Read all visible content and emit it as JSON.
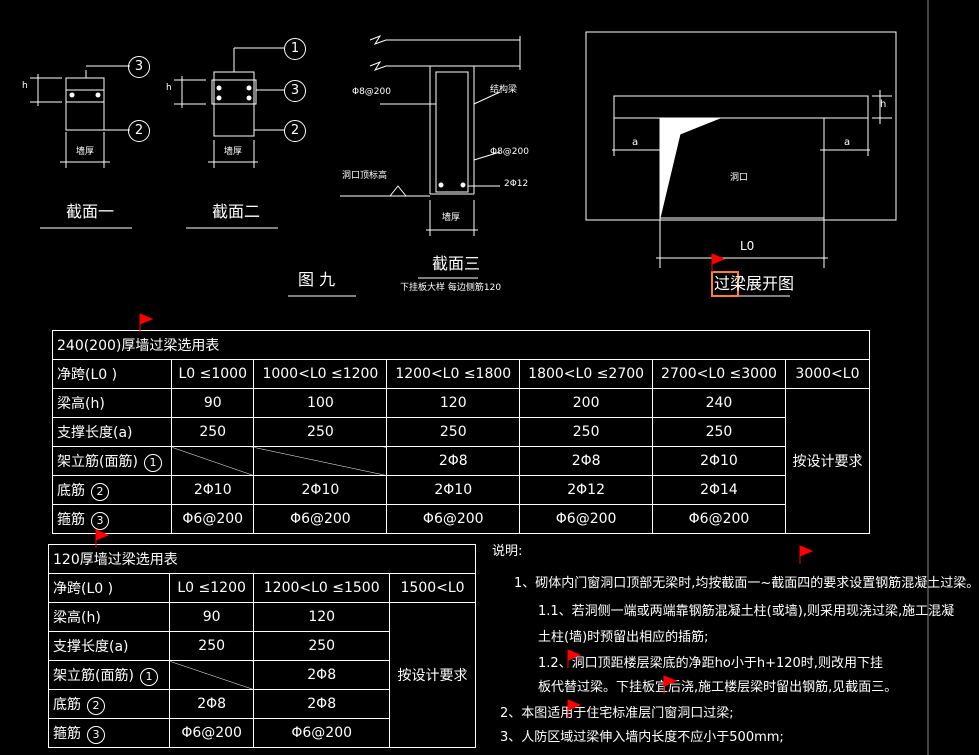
{
  "drawing": {
    "sec1_title": "截面一",
    "sec2_title": "截面二",
    "sec3_title": "截面三",
    "fig_title": "图 九",
    "elev_title": "过梁展开图",
    "wall_label": "墙厚",
    "h_label": "h",
    "a_label": "a",
    "L0_label": "L0",
    "opening_label": "洞口",
    "circle1": "1",
    "circle2": "2",
    "circle3": "3",
    "sec3_stirrup": "Φ8@200",
    "sec3_struct_beam": "结构梁",
    "sec3_stirrup2": "Φ8@200",
    "sec3_bottom_bar": "2Φ12",
    "sec3_opening_elev": "洞口顶标高",
    "sec3_note": "下挂板大样  每边侧筋120"
  },
  "table240": {
    "title": "240(200)厚墙过梁选用表",
    "header": [
      "净跨(L0 )",
      "L0 ≤1000",
      "1000<L0 ≤1200",
      "1200<L0 ≤1800",
      "1800<L0 ≤2700",
      "2700<L0 ≤3000",
      "3000<L0"
    ],
    "rows": [
      {
        "label": "梁高(h)",
        "cells": [
          "90",
          "100",
          "120",
          "200",
          "240"
        ]
      },
      {
        "label": "支撑长度(a)",
        "cells": [
          "250",
          "250",
          "250",
          "250",
          "250"
        ]
      },
      {
        "label": "架立筋(面筋)",
        "circle": "1",
        "cells": [
          "",
          "",
          "2Φ8",
          "2Φ8",
          "2Φ10"
        ]
      },
      {
        "label": "底筋",
        "circle": "2",
        "cells": [
          "2Φ10",
          "2Φ10",
          "2Φ10",
          "2Φ12",
          "2Φ14"
        ]
      },
      {
        "label": "箍筋",
        "circle": "3",
        "cells": [
          "Φ6@200",
          "Φ6@200",
          "Φ6@200",
          "Φ6@200",
          "Φ6@200"
        ]
      }
    ],
    "design_note": "按设计要求"
  },
  "table120": {
    "title": "120厚墙过梁选用表",
    "header": [
      "净跨(L0 )",
      "L0 ≤1200",
      "1200<L0 ≤1500",
      "1500<L0"
    ],
    "rows": [
      {
        "label": "梁高(h)",
        "cells": [
          "90",
          "120"
        ]
      },
      {
        "label": "支撑长度(a)",
        "cells": [
          "250",
          "250"
        ]
      },
      {
        "label": "架立筋(面筋)",
        "circle": "1",
        "cells": [
          "",
          "2Φ8"
        ]
      },
      {
        "label": "底筋",
        "circle": "2",
        "cells": [
          "2Φ8",
          "2Φ8"
        ]
      },
      {
        "label": "箍筋",
        "circle": "3",
        "cells": [
          "Φ6@200",
          "Φ6@200"
        ]
      }
    ],
    "design_note": "按设计要求"
  },
  "notes": {
    "heading": "说明:",
    "n1": "1、砌体内门窗洞口顶部无梁时,均按截面一~截面四的要求设置钢筋混凝土过梁。",
    "n1_1a": "1.1、若洞侧一端或两端靠钢筋混凝土柱(或墙),则采用现浇过梁,施工混凝",
    "n1_1b": "土柱(墙)时预留出相应的插筋;",
    "n1_2a": "1.2、洞口顶距楼层梁底的净距ho小于h+120时,则改用下挂",
    "n1_2b": "板代替过梁。下挂板宜后浇,施工楼层梁时留出钢筋,见截面三。",
    "n2": "2、本图适用于住宅标准层门窗洞口过梁;",
    "n3": "3、人防区域过梁伸入墙内长度不应小于500mm;"
  },
  "colors": {
    "flag": "#ff0000",
    "highlight": "#ff7f27",
    "line": "#ffffff"
  }
}
